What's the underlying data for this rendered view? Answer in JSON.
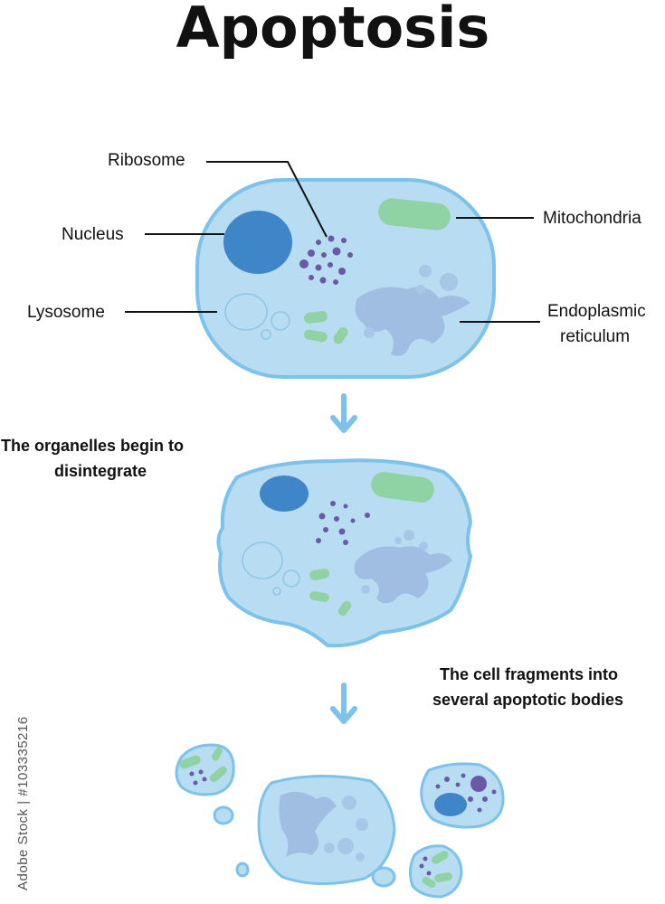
{
  "title": "Apoptosis",
  "labels": {
    "ribosome": "Ribosome",
    "nucleus": "Nucleus",
    "mitochondria": "Mitochondria",
    "lysosome": "Lysosome",
    "er_line1": "Endoplasmic",
    "er_line2": "reticulum"
  },
  "steps": {
    "step1_line1": "The organelles begin to",
    "step1_line2": "disintegrate",
    "step2_line1": "The cell fragments into",
    "step2_line2": "several apoptotic bodies"
  },
  "side_text": "Adobe Stock | #103335216",
  "colors": {
    "membrane": "#7cc2ea",
    "cytoplasm": "#b8dcf2",
    "nucleus": "#3f86c8",
    "mitochondria": "#8fd3a4",
    "ribosome": "#6a5aa6",
    "er": "#9ab6dc"
  }
}
